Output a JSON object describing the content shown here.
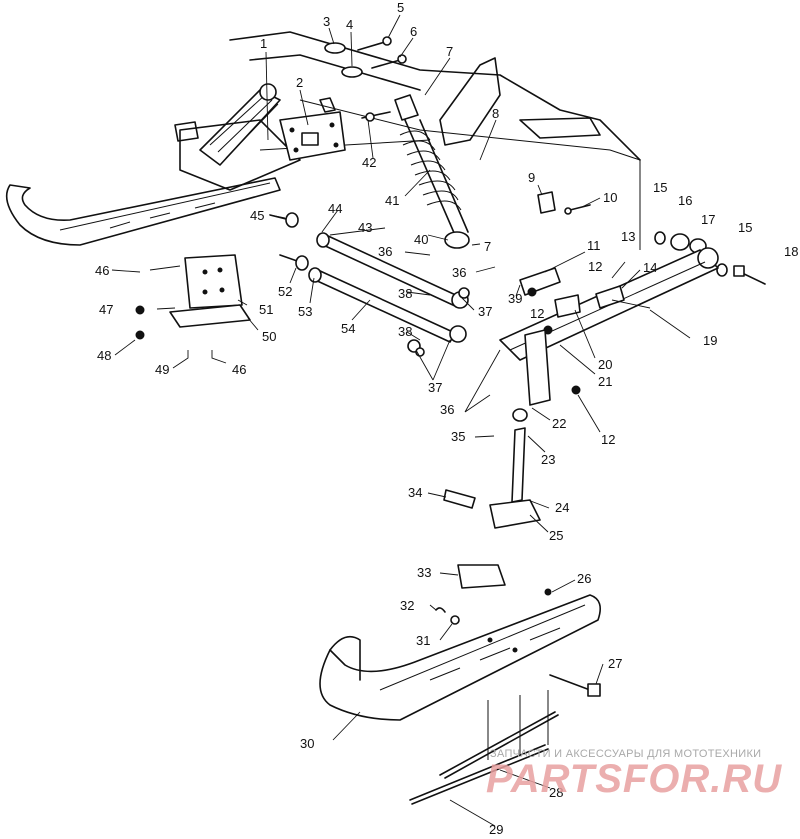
{
  "diagram": {
    "callouts": [
      "1",
      "2",
      "3",
      "4",
      "5",
      "6",
      "7",
      "8",
      "9",
      "10",
      "11",
      "12",
      "13",
      "14",
      "15",
      "16",
      "17",
      "18",
      "19",
      "20",
      "21",
      "22",
      "23",
      "24",
      "25",
      "26",
      "27",
      "28",
      "29",
      "30",
      "31",
      "32",
      "33",
      "34",
      "35",
      "36",
      "37",
      "38",
      "39",
      "40",
      "41",
      "42",
      "43",
      "44",
      "45",
      "46",
      "47",
      "48",
      "49",
      "50",
      "51",
      "52",
      "53",
      "54"
    ]
  },
  "watermark": {
    "caption": "ЗАПЧАСТИ И АКСЕССУАРЫ ДЛЯ МОТОТЕХНИКИ",
    "brand": "PARTSFOR.RU"
  }
}
